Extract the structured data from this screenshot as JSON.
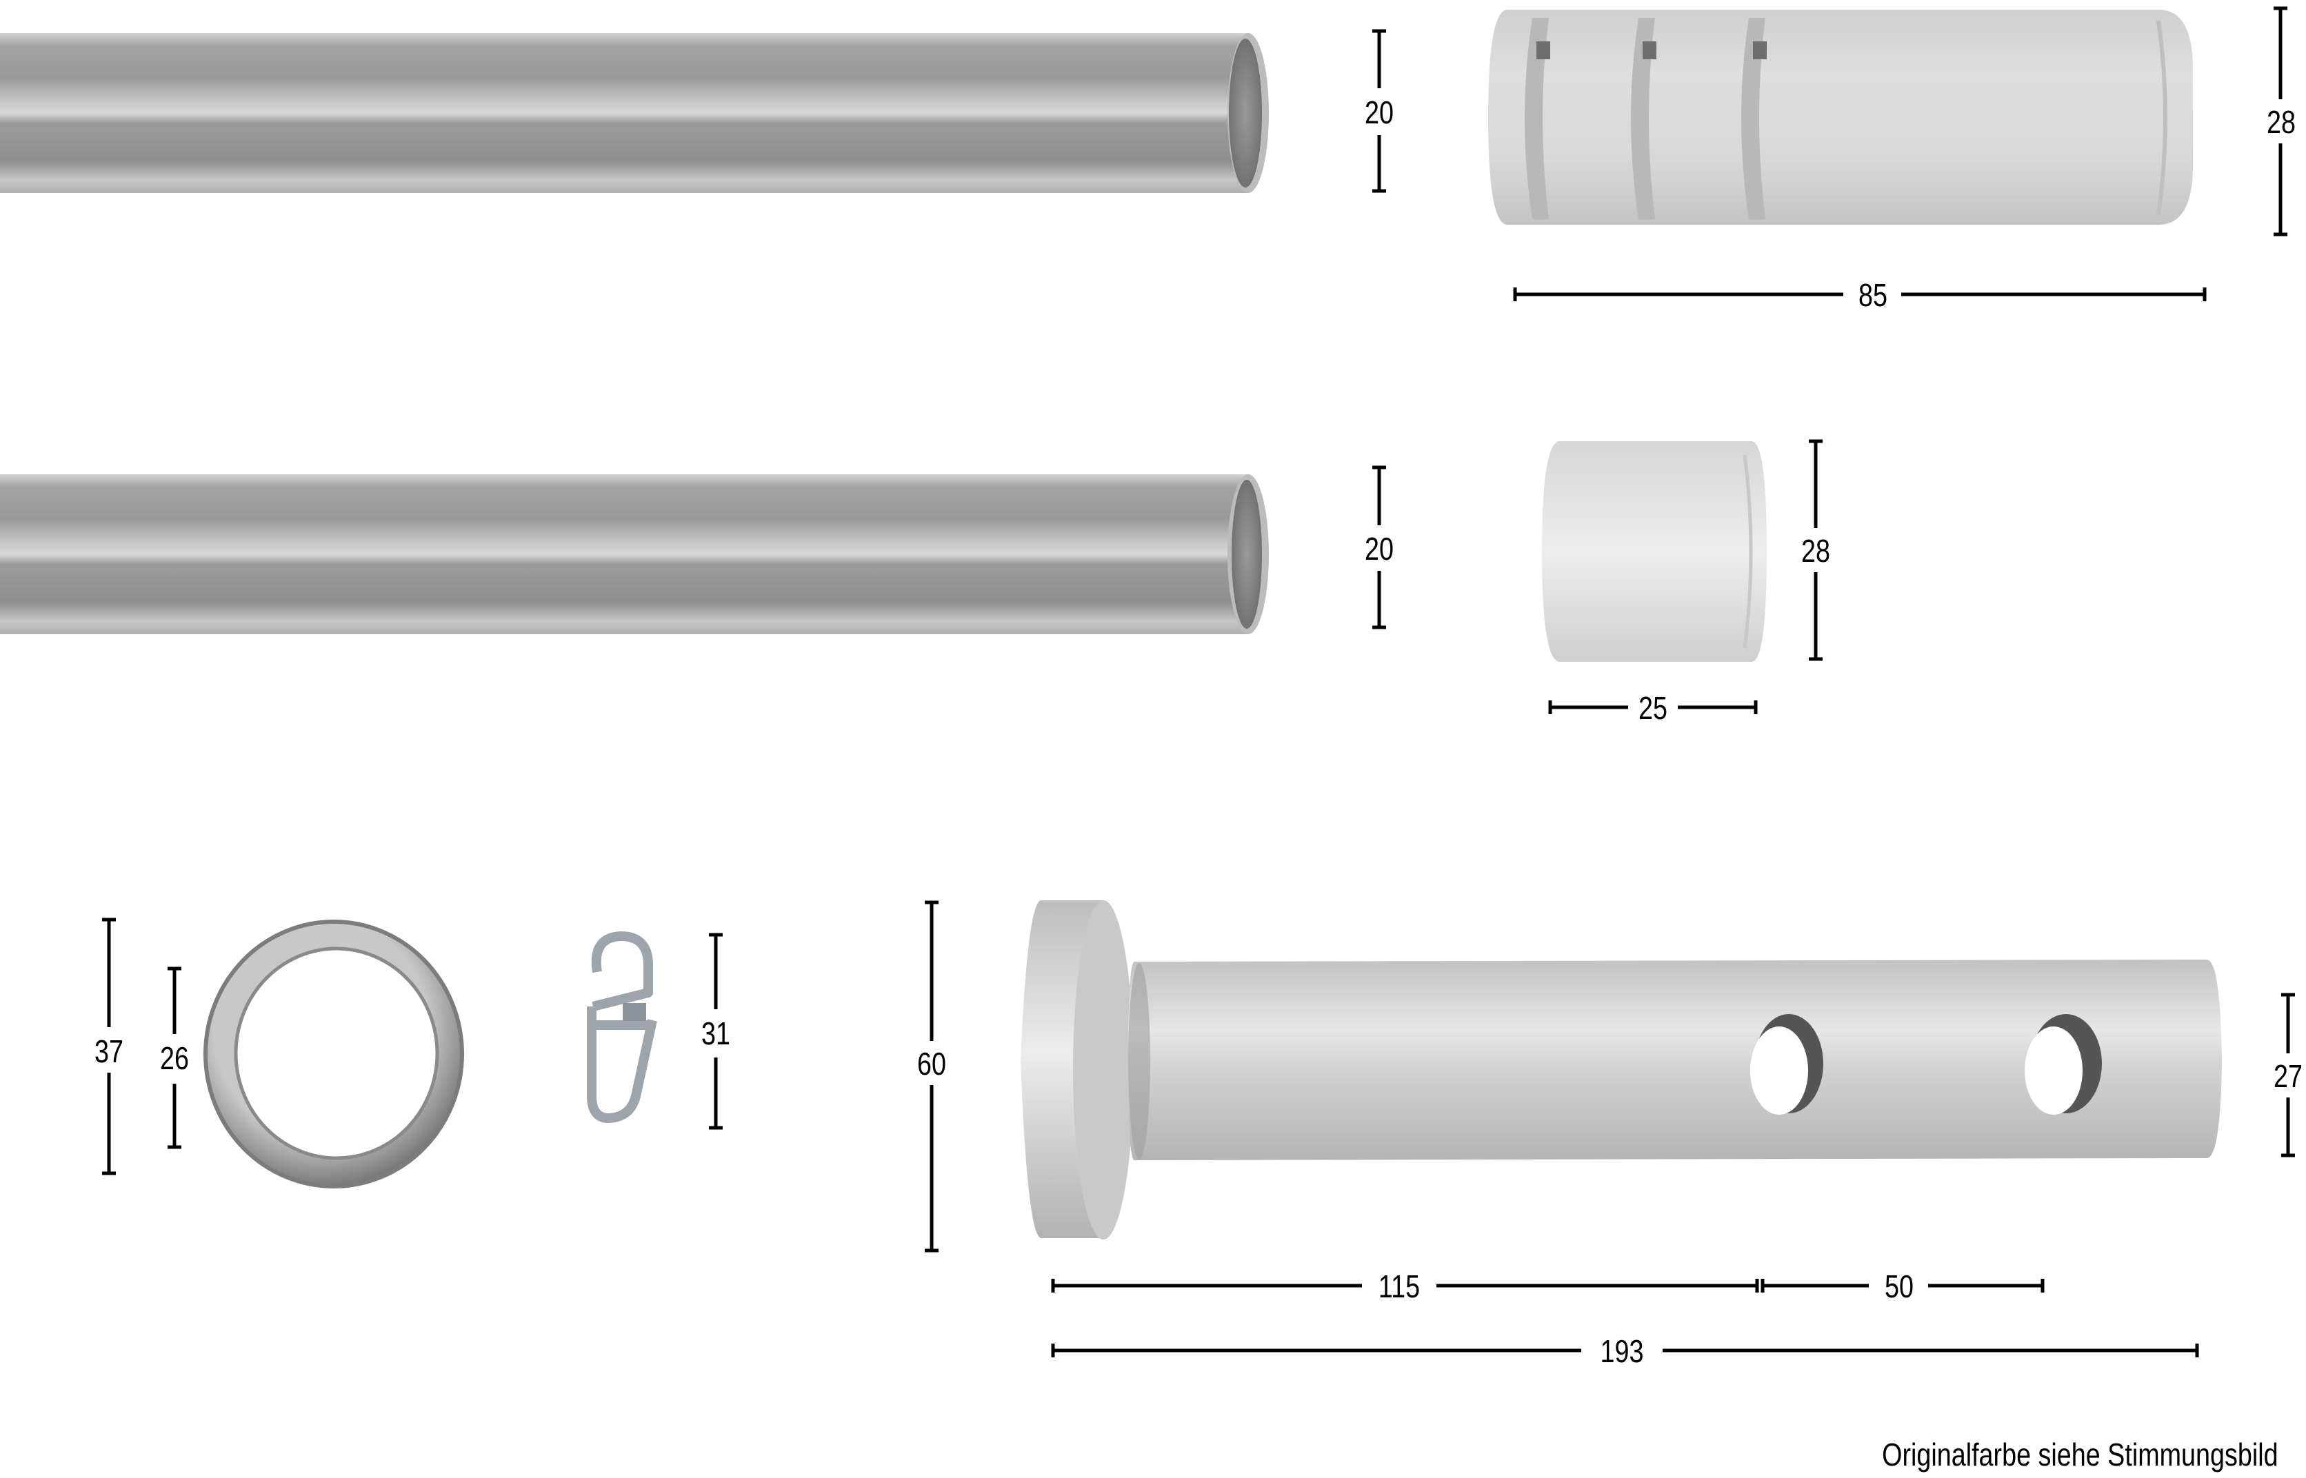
{
  "diagram": {
    "type": "product dimension drawing",
    "subject": "curtain rod set components",
    "unit": "mm",
    "footer_note": "Originalfarbe siehe Stimmungsbild",
    "colors": {
      "background": "#ffffff",
      "dimension_lines": "#000000",
      "metal_light": "#d6d6d6",
      "metal_mid": "#a8a8a8",
      "metal_dark": "#7e7e7e",
      "finial_light": "#dcdcdc",
      "hook_gray": "#9ea4ac"
    },
    "components": [
      {
        "id": "rod-top",
        "name": "curtain rod (upper)",
        "dimensions": {
          "diameter": "20"
        }
      },
      {
        "id": "finial-grooved",
        "name": "grooved cylinder finial",
        "dimensions": {
          "diameter": "28",
          "length": "85"
        }
      },
      {
        "id": "rod-middle",
        "name": "curtain rod (lower)",
        "dimensions": {
          "diameter": "20"
        }
      },
      {
        "id": "end-cap",
        "name": "cylinder end cap",
        "dimensions": {
          "diameter": "28",
          "length": "25"
        }
      },
      {
        "id": "ring",
        "name": "curtain ring",
        "dimensions": {
          "outer_diameter": "37",
          "inner_diameter": "26"
        }
      },
      {
        "id": "glider-hook",
        "name": "ring glider hook",
        "dimensions": {
          "height": "31"
        }
      },
      {
        "id": "wall-bracket",
        "name": "double wall bracket",
        "dimensions": {
          "plate_diameter": "60",
          "tube_diameter": "27",
          "first_hole_offset": "115",
          "hole_spacing": "50",
          "total_length": "193"
        }
      }
    ]
  }
}
